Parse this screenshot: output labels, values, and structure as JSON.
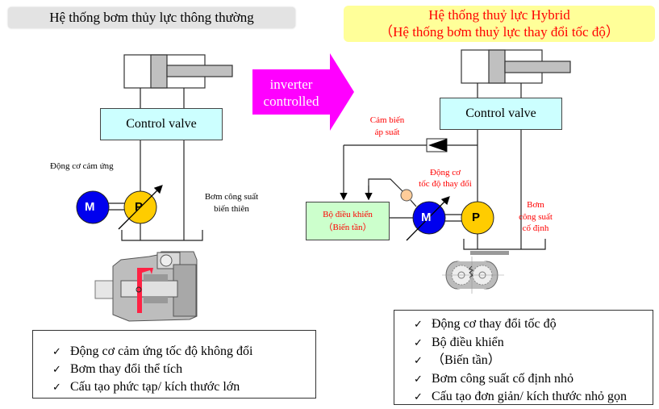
{
  "left_panel": {
    "title": "Hệ thống bơm thủy lực thông thường",
    "control_valve_label": "Control valve",
    "motor_label": "Động cơ cảm ứng",
    "pump_label_line1": "Bơm  công suất",
    "pump_label_line2": "biến thiên",
    "motor_symbol": "M",
    "pump_symbol": "P",
    "features": [
      "Động cơ cảm ứng tốc độ không đổi",
      "Bơm thay đổi thể tích",
      "Cấu tạo phức tạp/ kích thước lớn"
    ]
  },
  "arrow": {
    "line1": "inverter",
    "line2": "controlled"
  },
  "right_panel": {
    "title_line1": "Hệ thống thuỷ lực Hybrid",
    "title_line2": "（Hệ thống bơm thuỷ lực thay đổi tốc độ）",
    "control_valve_label": "Control valve",
    "pressure_sensor_line1": "Cảm biến",
    "pressure_sensor_line2": "áp suất",
    "motor_label_line1": "Động cơ",
    "motor_label_line2": "tốc độ thay đổi",
    "controller_line1": "Bộ điều khiển",
    "controller_line2": "（Biến tần）",
    "pump_label_line1": "Bơm",
    "pump_label_line2": "công suất",
    "pump_label_line3": "cố định",
    "motor_symbol": "M",
    "pump_symbol": "P",
    "features": [
      "Động cơ thay đổi tốc độ",
      "Bộ điều khiển",
      "（Biến tần）",
      "Bơm công suất cố định nhỏ",
      "Cấu tạo đơn giản/ kích thước nhỏ gọn"
    ]
  },
  "check_mark": "✓",
  "colors": {
    "arrow": "#ff00ff",
    "motor": "#0000ee",
    "pump": "#ffcc00",
    "control_valve": "#ccffff",
    "controller": "#ccffcc",
    "accent_text": "#ff0000",
    "title_left_bg": "#e3e3e3",
    "title_right_bg": "#ffff99"
  }
}
